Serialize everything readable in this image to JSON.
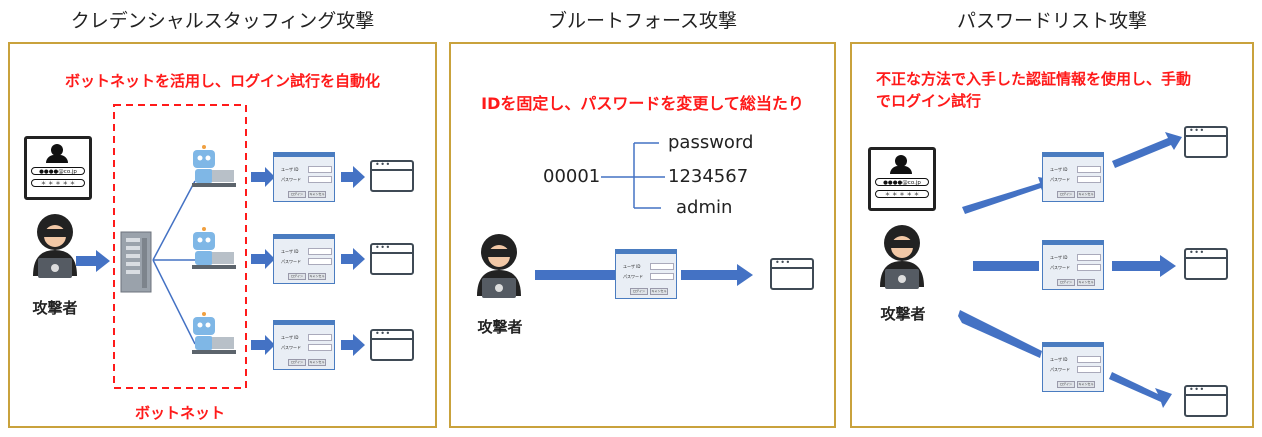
{
  "panels": [
    {
      "title": "クレデンシャルスタッフィング攻撃",
      "subtitle": "ボットネットを活用し、ログイン試行を自動化",
      "attacker_label": "攻撃者",
      "botnet_label": "ボットネット"
    },
    {
      "title": "ブルートフォース攻撃",
      "subtitle": "IDを固定し、パスワードを変更して総当たり",
      "id_value": "00001",
      "passwords": [
        "password",
        "1234567",
        "admin"
      ],
      "attacker_label": "攻撃者"
    },
    {
      "title": "パスワードリスト攻撃",
      "subtitle_line1": "不正な方法で入手した認証情報を使用し、手動",
      "subtitle_line2": "でログイン試行",
      "attacker_label": "攻撃者"
    }
  ],
  "card": {
    "email": "●●●●@co.jp",
    "password": "＊ ＊ ＊ ＊ ＊"
  },
  "login_form": {
    "user_id_label": "ユーザ ID",
    "password_label": "パスワード",
    "login_button": "ログイン",
    "cancel_button": "キャンセル"
  },
  "colors": {
    "border": "#c9a23c",
    "accent_red": "#ff1a1a",
    "arrow_blue": "#4472c4"
  }
}
